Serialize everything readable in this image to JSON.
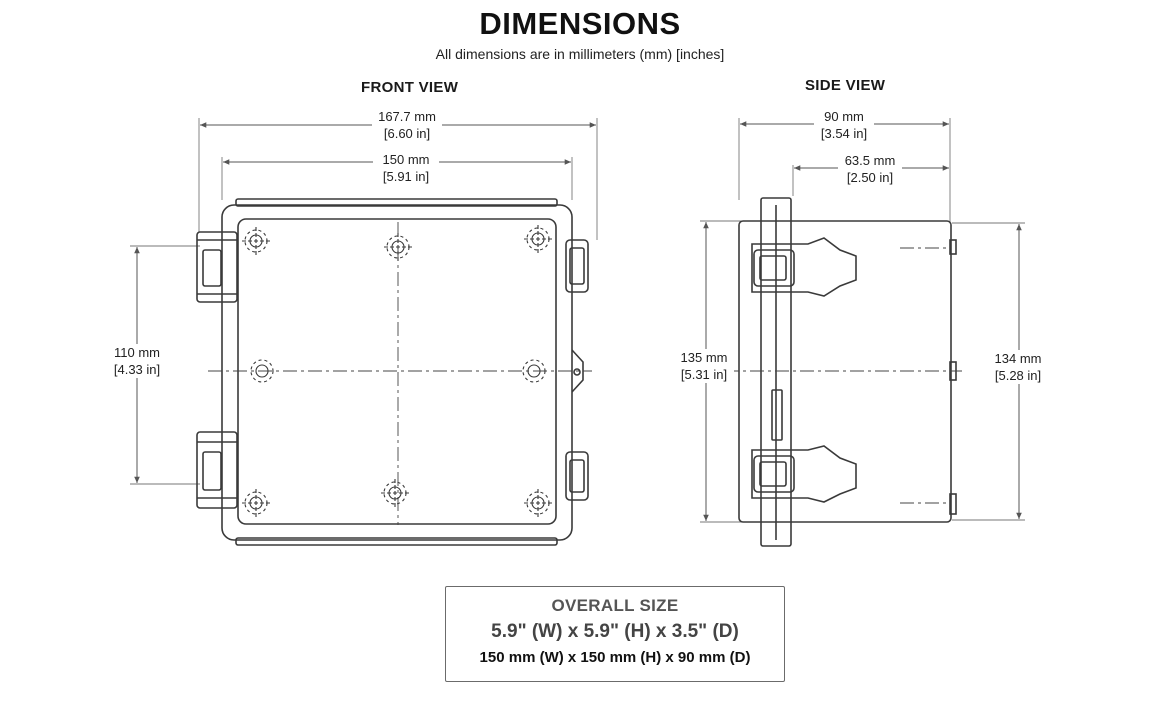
{
  "header": {
    "title": "DIMENSIONS",
    "subtitle": "All dimensions are in millimeters (mm) [inches]"
  },
  "front_view": {
    "label": "FRONT VIEW",
    "overall_width": {
      "mm": "167.7 mm",
      "in": "[6.60 in]"
    },
    "body_width": {
      "mm": "150 mm",
      "in": "[5.91 in]"
    },
    "hinge_spacing": {
      "mm": "110 mm",
      "in": "[4.33 in]"
    }
  },
  "side_view": {
    "label": "SIDE VIEW",
    "overall_depth": {
      "mm": "90 mm",
      "in": "[3.54 in]"
    },
    "body_depth": {
      "mm": "63.5 mm",
      "in": "[2.50 in]"
    },
    "flange_height": {
      "mm": "135 mm",
      "in": "[5.31 in]"
    },
    "body_height": {
      "mm": "134 mm",
      "in": "[5.28 in]"
    }
  },
  "overall_size": {
    "heading": "OVERALL SIZE",
    "imperial": "5.9\" (W) x 5.9\" (H) x 3.5\" (D)",
    "metric": "150 mm (W) x 150 mm (H) x 90 mm (D)"
  },
  "colors": {
    "line": "#3a3a3a",
    "dim_line": "#555555",
    "box_border": "#6b6b6b"
  }
}
